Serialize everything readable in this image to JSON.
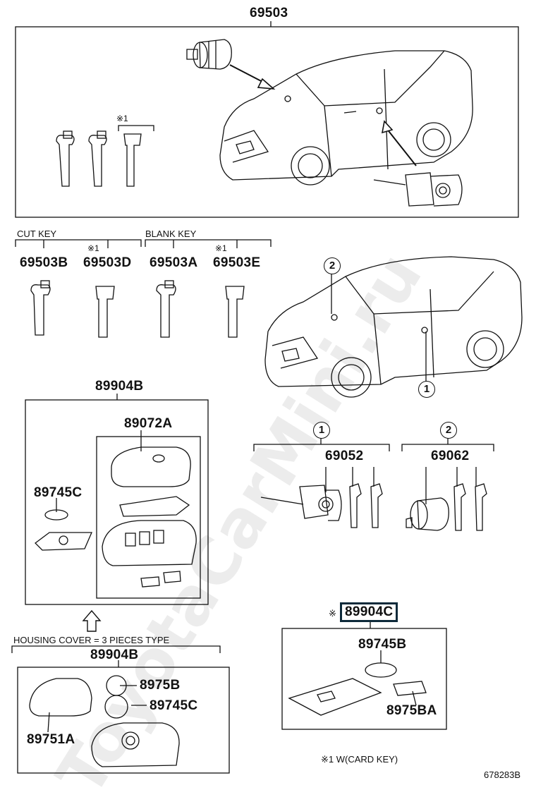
{
  "title_top": "69503",
  "groups": {
    "cut_key": "CUT KEY",
    "blank_key": "BLANK KEY",
    "housing_cover": "HOUSING COVER = 3 PIECES TYPE"
  },
  "marks": {
    "note1": "※1",
    "note_star": "※"
  },
  "parts": {
    "p69503b": "69503B",
    "p69503d": "69503D",
    "p69503a": "69503A",
    "p69503e": "69503E",
    "p89904b": "89904B",
    "p89072a": "89072A",
    "p89745c": "89745C",
    "p69052": "69052",
    "p69062": "69062",
    "p89904c": "89904C",
    "p89745b": "89745B",
    "p8975ba": "8975BA",
    "p89904b_lower": "89904B",
    "p8975b": "8975B",
    "p89745c_lower": "89745C",
    "p89751a": "89751A"
  },
  "callouts": {
    "c1": "1",
    "c2": "2"
  },
  "footnote": "※1 W(CARD KEY)",
  "figure_id": "678283B",
  "watermark": "ToyotaCarMini.ru"
}
